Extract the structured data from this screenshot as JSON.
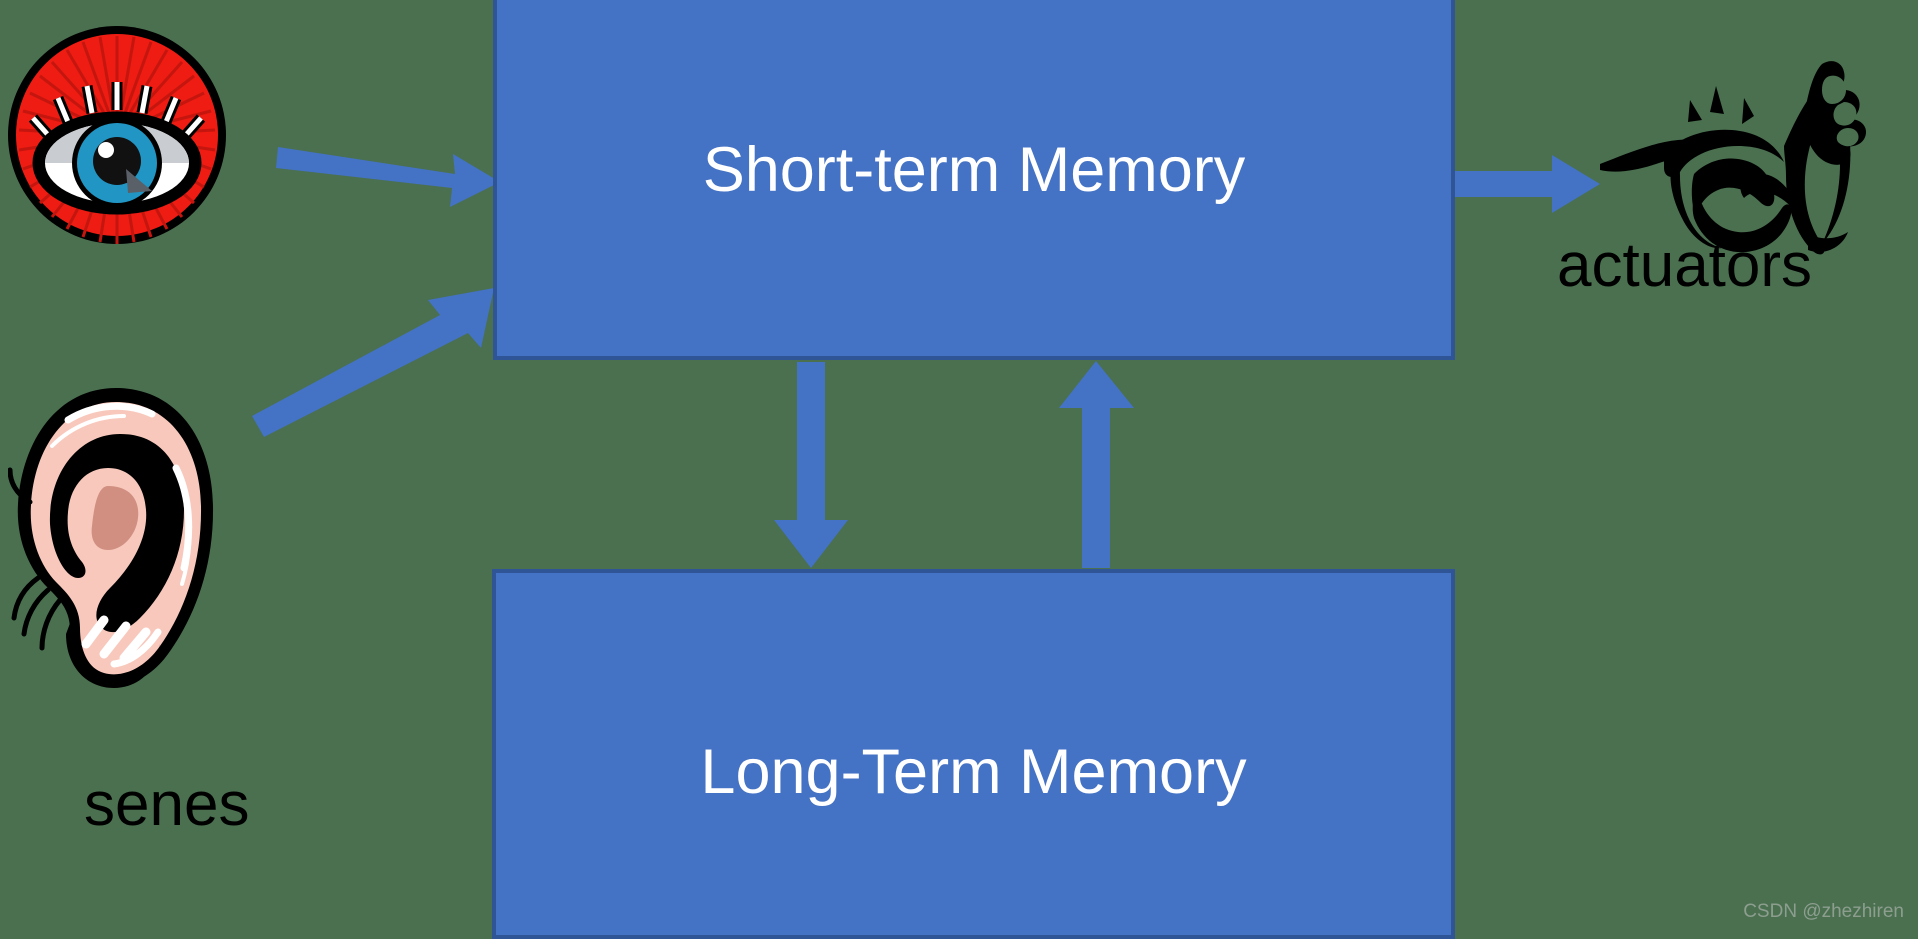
{
  "diagram": {
    "title": "Memory architecture diagram",
    "background_color": "#4a7050",
    "box_fill_color": "#4472c4",
    "box_border_color": "#2f5597",
    "arrow_color": "#4472c4",
    "box_text_color": "#ffffff",
    "label_text_color": "#000000"
  },
  "boxes": [
    {
      "id": "short-term-memory",
      "label": "Short-term Memory"
    },
    {
      "id": "long-term-memory",
      "label": "Long-Term Memory"
    }
  ],
  "labels": {
    "senses": "senes",
    "actuators": "actuators"
  },
  "icons": [
    {
      "name": "eye-icon",
      "meaning": "visual sense",
      "colors": [
        "#ee1c12",
        "#000000",
        "#ffffff",
        "#2196c4"
      ]
    },
    {
      "name": "ear-icon",
      "meaning": "auditory sense",
      "colors": [
        "#f8c8bc",
        "#000000",
        "#ffffff",
        "#d08f80"
      ]
    },
    {
      "name": "muscle-arm-icon",
      "meaning": "actuator / flexed bicep",
      "colors": [
        "#000000"
      ]
    }
  ],
  "arrows": [
    {
      "name": "eye-to-stm-arrow",
      "from": "eye-icon",
      "to": "short-term-memory",
      "direction": "right-down"
    },
    {
      "name": "ear-to-stm-arrow",
      "from": "ear-icon",
      "to": "short-term-memory",
      "direction": "right-up"
    },
    {
      "name": "stm-to-actuators-arrow",
      "from": "short-term-memory",
      "to": "muscle-arm-icon",
      "direction": "right"
    },
    {
      "name": "stm-to-ltm-arrow",
      "from": "short-term-memory",
      "to": "long-term-memory",
      "direction": "down"
    },
    {
      "name": "ltm-to-stm-arrow",
      "from": "long-term-memory",
      "to": "short-term-memory",
      "direction": "up"
    }
  ],
  "watermark": {
    "text": "CSDN @zhezhiren"
  }
}
